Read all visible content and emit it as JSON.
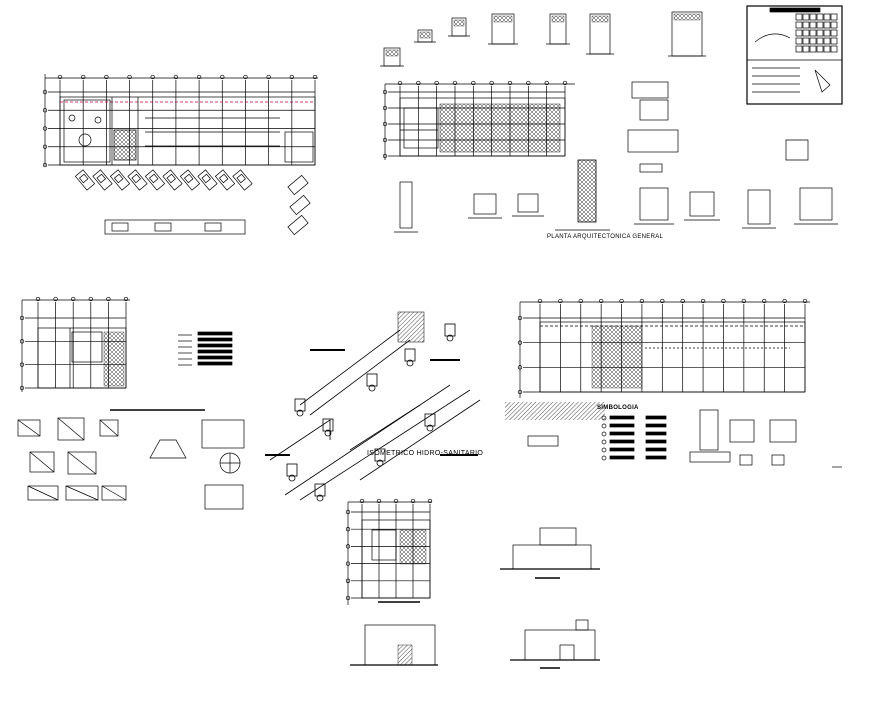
{
  "sheet": {
    "labels": {
      "planta_general": "PLANTA ARQUITECTONICA GENERAL",
      "isometrico": "ISOMETRICO HIDRO-SANITARIO",
      "simbologia": "SIMBOLOGIA"
    }
  },
  "colors": {
    "line": "#000000",
    "accent_line": "#cc0033",
    "background": "#ffffff"
  }
}
